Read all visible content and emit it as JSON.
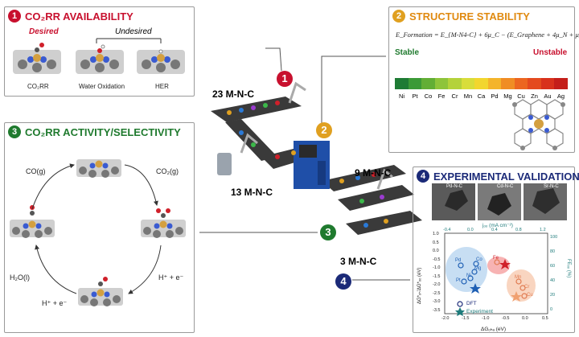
{
  "panel1": {
    "num": "1",
    "title": "CO₂RR AVAILABILITY",
    "desired": "Desired",
    "undesired": "Undesired",
    "labels": [
      "CO₂RR",
      "Water Oxidation",
      "HER"
    ]
  },
  "panel2": {
    "num": "2",
    "title": "STRUCTURE STABILITY",
    "equation": "E_Formation = E_{M-N4-C} + 6μ_C − (E_Graphene + 4μ_N + μ_M)",
    "stable": "Stable",
    "unstable": "Unstable",
    "metals": [
      "Ni",
      "Pt",
      "Co",
      "Fe",
      "Cr",
      "Mn",
      "Ca",
      "Pd",
      "Mg",
      "Cu",
      "Zn",
      "Au",
      "Ag"
    ],
    "colors": [
      "#1e7b34",
      "#3b9a37",
      "#62ae35",
      "#8ec43a",
      "#b4d23a",
      "#d8dd3a",
      "#f2d62e",
      "#f4b42a",
      "#f08d24",
      "#ec6620",
      "#e44a1e",
      "#d8311c",
      "#c41e1a"
    ]
  },
  "panel3": {
    "num": "3",
    "title": "CO₂RR ACTIVITY/SELECTIVITY",
    "species": [
      "CO(g)",
      "CO₂(g)",
      "H⁺ + e⁻",
      "H⁺ + e⁻",
      "H₂O(l)"
    ]
  },
  "panel4": {
    "num": "4",
    "title": "EXPERIMENTAL VALIDATION",
    "tem": [
      "Pd-N-C",
      "Cd-N-C",
      "Sr-N-C"
    ],
    "legend": [
      "DFT",
      "Experiment"
    ],
    "xlabel": "ΔGₒₕₐ (eV)",
    "top_label": "jₒₒ (mA cm⁻²)",
    "ylabel": "ΔG*ₒₕ′ΔG*ₒₒ (eV)",
    "y2label": "FEₒₒ (%)",
    "xticks": [
      "-2.0",
      "-1.5",
      "-1.0",
      "-0.5",
      "0.0",
      "0.5"
    ],
    "topticks": [
      "-0.4",
      "0.0",
      "0.4",
      "0.8",
      "1.2"
    ],
    "yticks": [
      "1.0",
      "0.5",
      "0.0",
      "-0.5",
      "-1.0",
      "-1.5",
      "-2.0",
      "-2.5",
      "-3.0",
      "-3.5"
    ],
    "y2ticks": [
      "100",
      "80",
      "60",
      "40",
      "20",
      "0"
    ],
    "points_left": [
      "Pd",
      "Co",
      "Mg",
      "Pt",
      "Ni"
    ],
    "points_right": [
      "Fe",
      "Mn",
      "Cr",
      "Cu"
    ]
  },
  "factory": {
    "labels": [
      "23 M-N-C",
      "13 M-N-C",
      "9 M-N-C",
      "3 M-N-C"
    ],
    "steps": [
      "1",
      "2",
      "3",
      "4"
    ]
  },
  "colors": {
    "red": "#c8102e",
    "orange": "#e0a020",
    "green": "#1f7a2e",
    "navy": "#1b2a78"
  }
}
